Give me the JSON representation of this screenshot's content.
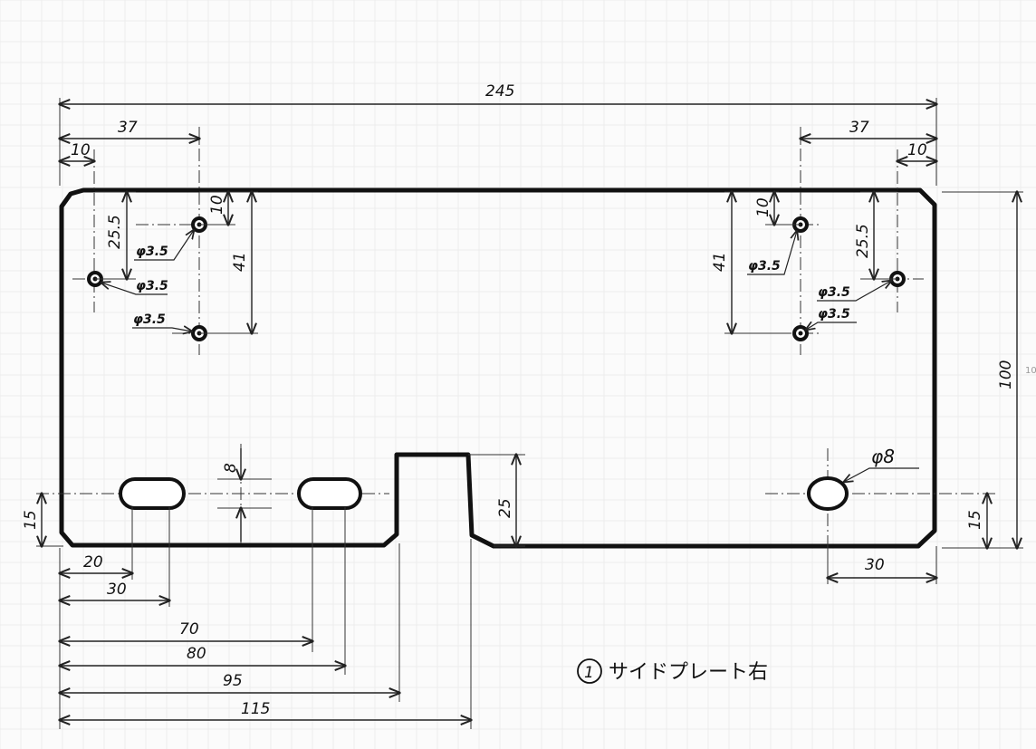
{
  "title": {
    "number": "1",
    "text": "サイドプレート右"
  },
  "dimensions": {
    "overall_width": "245",
    "left_37": "37",
    "left_10": "10",
    "right_37": "37",
    "right_10": "10",
    "left_v_25_5": "25.5",
    "left_v_10": "10",
    "left_v_41": "41",
    "right_v_10": "10",
    "right_v_41": "41",
    "right_v_25_5": "25.5",
    "height_100": "100",
    "slot_width_8": "8",
    "left_15": "15",
    "notch_25": "25",
    "right_15": "15",
    "right_30": "30",
    "bottom_20": "20",
    "bottom_30": "30",
    "bottom_70": "70",
    "bottom_80": "80",
    "bottom_95": "95",
    "bottom_115": "115"
  },
  "holes": {
    "left_upper": "φ3.5",
    "left_middle": "φ3.5",
    "left_lower": "φ3.5",
    "right_upper": "φ3.5",
    "right_middle": "φ3.5",
    "right_lower": "φ3.5",
    "large": "φ8"
  },
  "margin_mark": "10"
}
